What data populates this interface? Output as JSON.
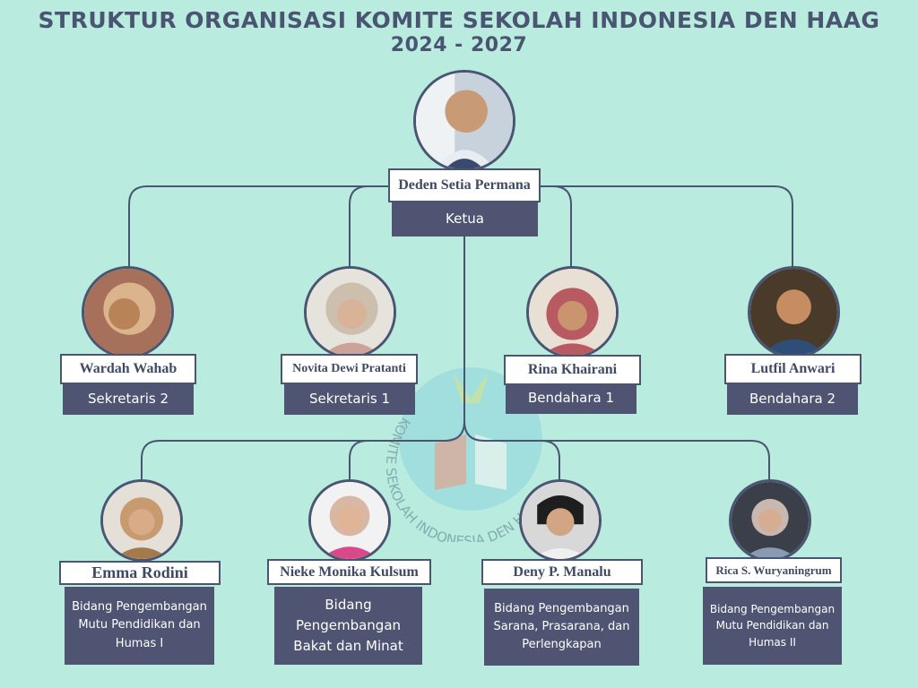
{
  "title": {
    "line1": "STRUKTUR ORGANISASI KOMITE SEKOLAH INDONESIA DEN HAAG",
    "line2": "2024 - 2027"
  },
  "watermark_text": "KOMITE SEKOLAH INDONESIA DEN HAAG",
  "colors": {
    "background": "#b9ebdf",
    "accent": "#4a5572",
    "role_box": "#4e5472"
  },
  "chair": {
    "name": "Deden Setia Permana",
    "role": "Ketua"
  },
  "row1": [
    {
      "name": "Wardah Wahab",
      "role": "Sekretaris 2"
    },
    {
      "name": "Novita Dewi Pratanti",
      "role": "Sekretaris 1"
    },
    {
      "name": "Rina Khairani",
      "role": "Bendahara 1"
    },
    {
      "name": "Lutfil Anwari",
      "role": "Bendahara 2"
    }
  ],
  "row2": [
    {
      "name": "Emma Rodini",
      "role": "Bidang Pengembangan Mutu Pendidikan dan Humas I"
    },
    {
      "name": "Nieke Monika Kulsum",
      "role": "Bidang Pengembangan Bakat dan Minat"
    },
    {
      "name": "Deny P. Manalu",
      "role": "Bidang Pengembangan Sarana, Prasarana, dan Perlengkapan"
    },
    {
      "name": "Rica S. Wuryaningrum",
      "role": "Bidang Pengembangan Mutu Pendidikan dan Humas II"
    }
  ]
}
